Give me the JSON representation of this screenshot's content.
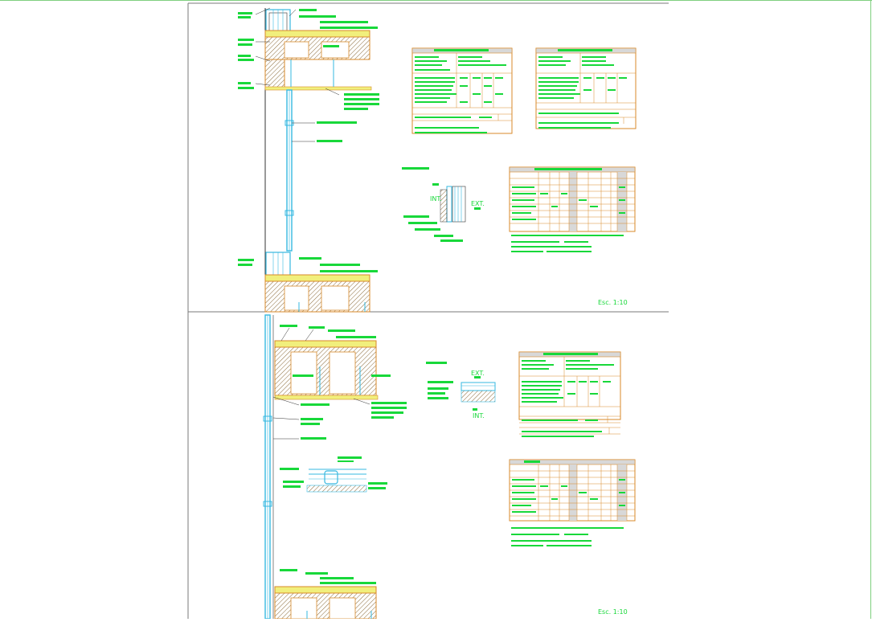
{
  "sheets": [
    {
      "scale_label": "Esc. 1:10"
    },
    {
      "scale_label": "Esc. 1:10"
    }
  ],
  "detail_labels": {
    "interior": "INT.",
    "exterior": "EXT."
  },
  "colors": {
    "annotation_green": "#18d83a",
    "glass_cyan": "#36b8e0",
    "slab_orange": "#d88a2a",
    "plate_yellow": "#f1ef7c",
    "frame_line": "#7a7a7a"
  }
}
